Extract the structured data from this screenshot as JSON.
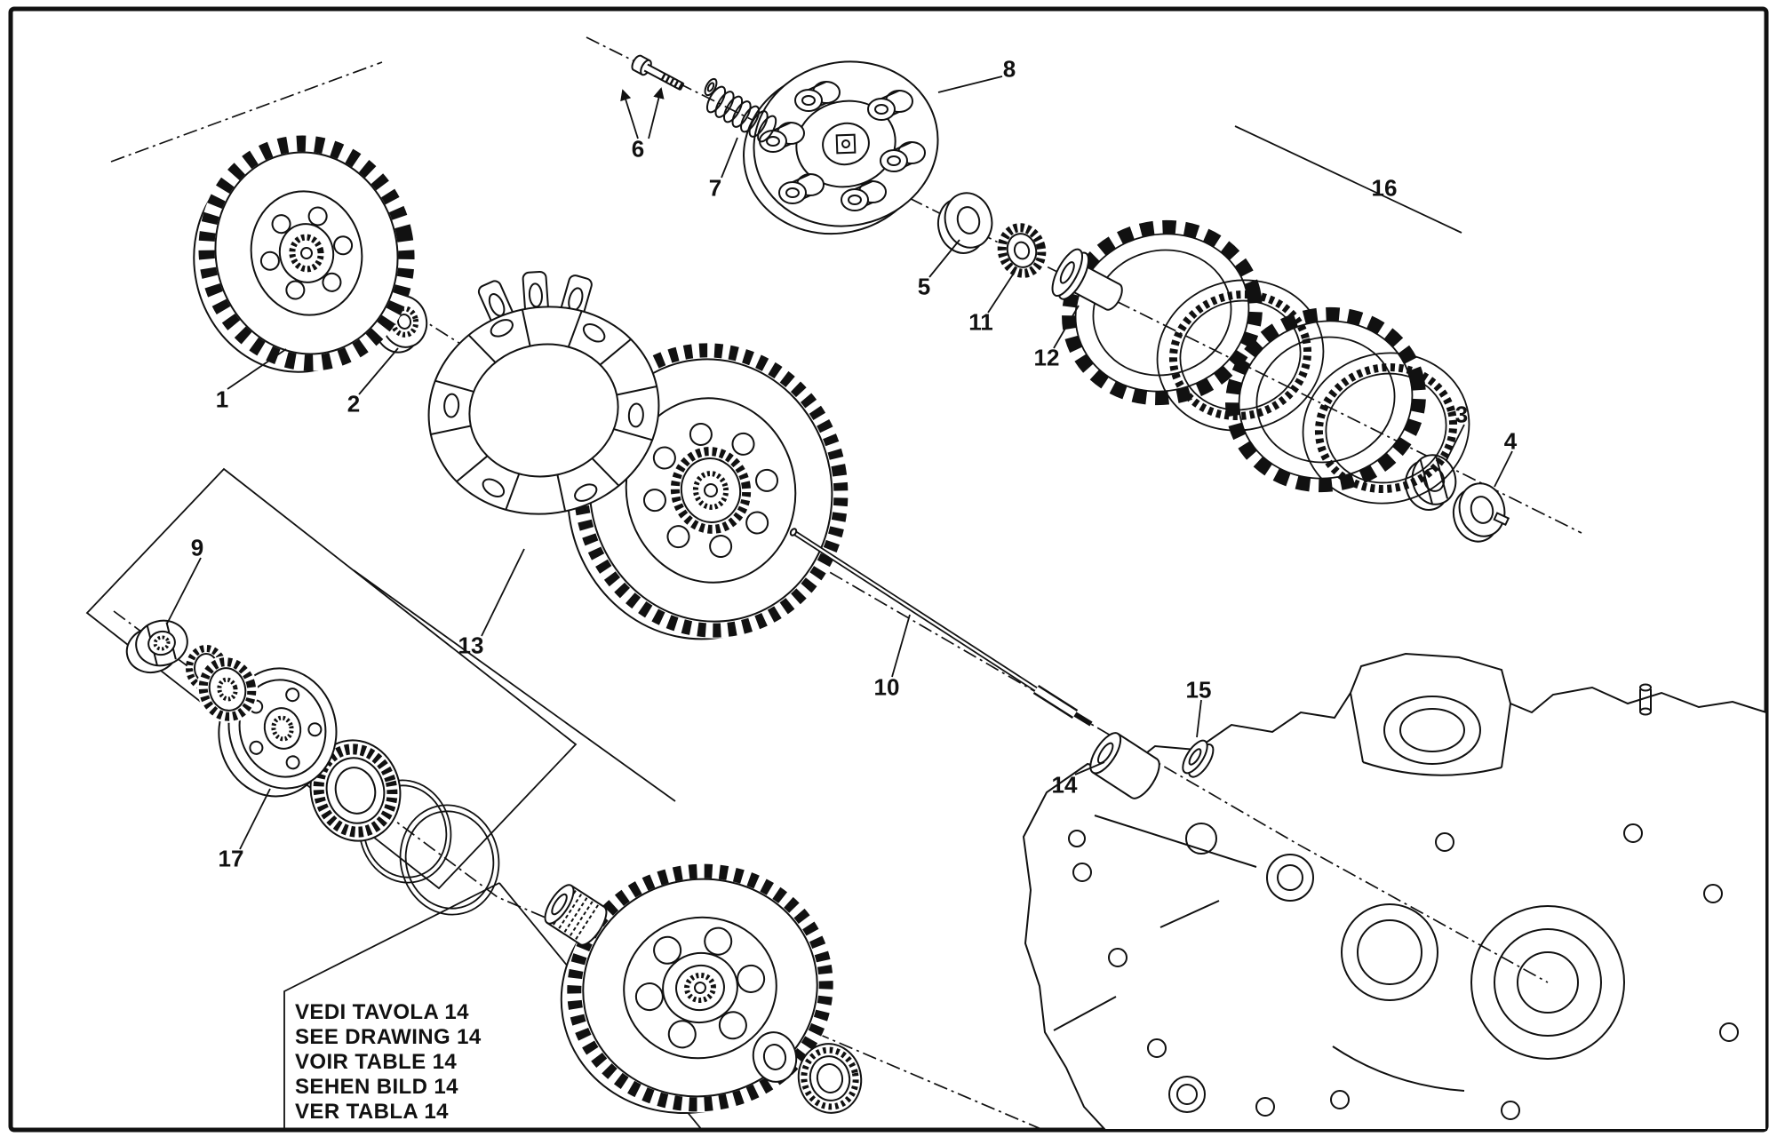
{
  "diagram": {
    "part_labels": [
      "1",
      "2",
      "3",
      "4",
      "5",
      "6",
      "7",
      "8",
      "9",
      "10",
      "11",
      "12",
      "13",
      "14",
      "15",
      "16",
      "17"
    ],
    "note_lines": [
      "VEDI TAVOLA 14",
      "SEE DRAWING 14",
      "VOIR TABLE 14",
      "SEHEN BILD 14",
      "VER TABLA 14"
    ],
    "colors": {
      "ink": "#111111",
      "paper": "#ffffff"
    }
  }
}
